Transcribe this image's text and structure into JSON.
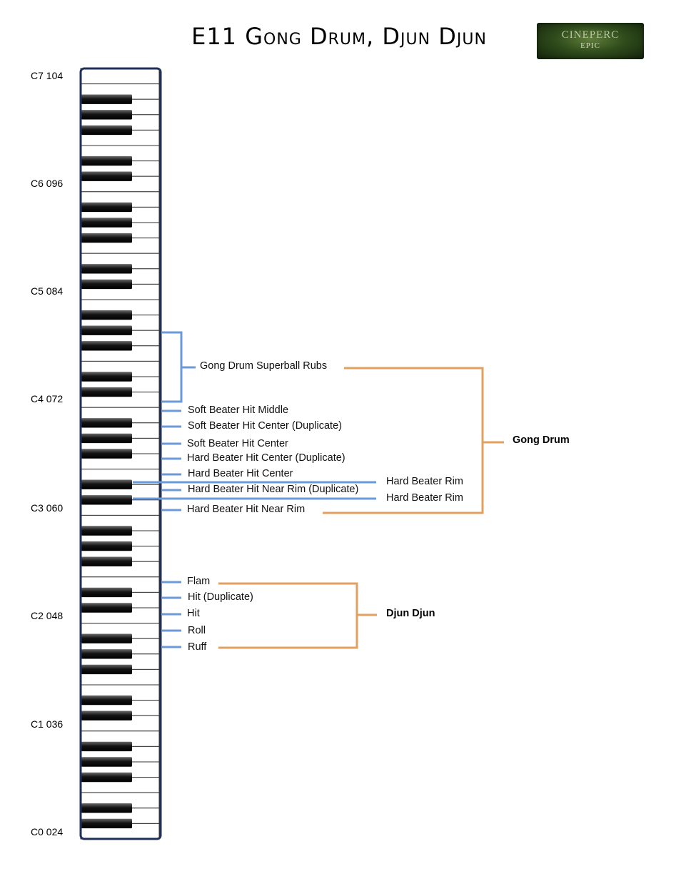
{
  "title": "E11 Gong Drum, Djun Djun",
  "logo": {
    "line1": "CINEPERC",
    "line2": "EPIC"
  },
  "octave_labels": [
    {
      "text": "C7 104"
    },
    {
      "text": "C6 096"
    },
    {
      "text": "C5 084"
    },
    {
      "text": "C4 072"
    },
    {
      "text": "C3 060"
    },
    {
      "text": "C2 048"
    },
    {
      "text": "C1 036"
    },
    {
      "text": "C0 024"
    }
  ],
  "articulations": {
    "gong_drum": {
      "group_label": "Gong Drum",
      "superball": "Gong Drum Superball Rubs",
      "items": [
        "Soft Beater Hit Middle",
        "Soft Beater Hit Center (Duplicate)",
        "Soft Beater Hit Center",
        "Hard Beater Hit Center (Duplicate)",
        "Hard Beater Hit Center",
        "Hard Beater Hit Near Rim (Duplicate)",
        "Hard Beater Hit Near Rim"
      ],
      "rim_items": [
        "Hard Beater Rim",
        "Hard Beater Rim"
      ]
    },
    "djun_djun": {
      "group_label": "Djun Djun",
      "items": [
        "Flam",
        "Hit (Duplicate)",
        "Hit",
        "Roll",
        "Ruff"
      ]
    }
  },
  "colors": {
    "mapping_line": "#6b9ad8",
    "group_bracket": "#e2a060",
    "key_outline": "#1d2f5a"
  }
}
